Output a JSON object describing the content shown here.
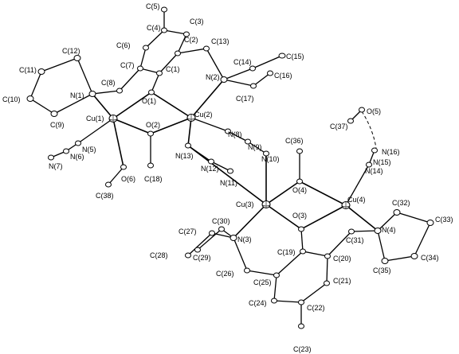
{
  "figure": {
    "labels": {
      "C5": "C(5)",
      "C3": "C(3)",
      "C4": "C(4)",
      "C13": "C(13)",
      "C2": "C(2)",
      "C12": "C(12)",
      "C6": "C(6)",
      "C14": "C(14)",
      "C15": "C(15)",
      "C7": "C(7)",
      "C1": "C(1)",
      "N2": "N(2)",
      "C16": "C(16)",
      "C11": "C(11)",
      "C8": "C(8)",
      "N1": "N(1)",
      "C17": "C(17)",
      "C10": "C(10)",
      "O1": "O(1)",
      "C9": "C(9)",
      "Cu1": "Cu(1)",
      "O2": "O(2)",
      "Cu2": "Cu(2)",
      "O5": "O(5)",
      "C37": "C(37)",
      "N8": "N(8)",
      "N5": "N(5)",
      "N6": "N(6)",
      "N9": "N(9)",
      "C36": "C(36)",
      "N16": "N(16)",
      "N7": "N(7)",
      "N13": "N(13)",
      "N10": "N(10)",
      "N15": "N(15)",
      "N12": "N(12)",
      "N14": "N(14)",
      "O6": "O(6)",
      "C18": "C(18)",
      "N11": "N(11)",
      "O4": "O(4)",
      "C38": "C(38)",
      "Cu3": "Cu(3)",
      "Cu4": "Cu(4)",
      "C32": "C(32)",
      "O3": "O(3)",
      "C33": "C(33)",
      "C30": "C(30)",
      "C27": "C(27)",
      "N3": "N(3)",
      "C31": "C(31)",
      "N4": "N(4)",
      "C28": "C(28)",
      "C29": "C(29)",
      "C19": "C(19)",
      "C20": "C(20)",
      "C34": "C(34)",
      "C26": "C(26)",
      "C35": "C(35)",
      "C25": "C(25)",
      "C21": "C(21)",
      "C24": "C(24)",
      "C22": "C(22)",
      "C23": "C(23)"
    }
  }
}
